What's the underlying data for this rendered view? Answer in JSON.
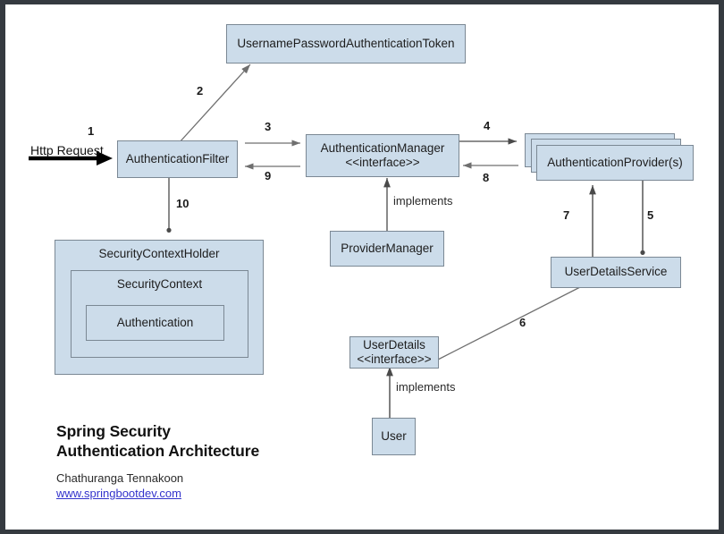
{
  "diagram": {
    "title_line_1": "Spring Security",
    "title_line_2": "Authentication Architecture",
    "author": "Chathuranga Tennakoon",
    "website": "www.springbootdev.com",
    "colors": {
      "node_fill": "#ccdcea",
      "node_border": "#7b8894",
      "edge": "#6f6f6f",
      "thick_arrow": "#000000",
      "link": "#3333cc",
      "frame": "#353a40",
      "canvas": "#ffffff"
    },
    "nodes": [
      {
        "id": "token",
        "label": "UsernamePasswordAuthenticationToken"
      },
      {
        "id": "auth-filter",
        "label": "AuthenticationFilter"
      },
      {
        "id": "auth-manager",
        "label": "AuthenticationManager\n<<interface>>"
      },
      {
        "id": "auth-provider",
        "label": "AuthenticationProvider(s)"
      },
      {
        "id": "provider-manager",
        "label": "ProviderManager"
      },
      {
        "id": "user-details-service",
        "label": "UserDetailsService"
      },
      {
        "id": "user-details",
        "label": "UserDetails\n<<interface>>"
      },
      {
        "id": "user",
        "label": "User"
      },
      {
        "id": "security-context-holder",
        "label": "SecurityContextHolder"
      },
      {
        "id": "security-context",
        "label": "SecurityContext"
      },
      {
        "id": "authentication",
        "label": "Authentication"
      }
    ],
    "edges": [
      {
        "id": "e1",
        "label": "1",
        "from": "http-request",
        "to": "auth-filter"
      },
      {
        "id": "e2",
        "label": "2",
        "from": "auth-filter",
        "to": "token"
      },
      {
        "id": "e3",
        "label": "3",
        "from": "auth-filter",
        "to": "auth-manager"
      },
      {
        "id": "e4",
        "label": "4",
        "from": "auth-manager",
        "to": "auth-provider"
      },
      {
        "id": "e5",
        "label": "5",
        "from": "auth-provider",
        "to": "user-details-service"
      },
      {
        "id": "e6",
        "label": "6",
        "from": "user-details-service",
        "to": "user-details"
      },
      {
        "id": "e7",
        "label": "7",
        "from": "user-details-service",
        "to": "auth-provider"
      },
      {
        "id": "e8",
        "label": "8",
        "from": "auth-provider",
        "to": "auth-manager"
      },
      {
        "id": "e9",
        "label": "9",
        "from": "auth-manager",
        "to": "auth-filter"
      },
      {
        "id": "e10",
        "label": "10",
        "from": "auth-filter",
        "to": "security-context-holder"
      },
      {
        "id": "e-impl-1",
        "label": "implements",
        "from": "provider-manager",
        "to": "auth-manager"
      },
      {
        "id": "e-impl-2",
        "label": "implements",
        "from": "user",
        "to": "user-details"
      }
    ],
    "http_request_label": "Http Request"
  }
}
